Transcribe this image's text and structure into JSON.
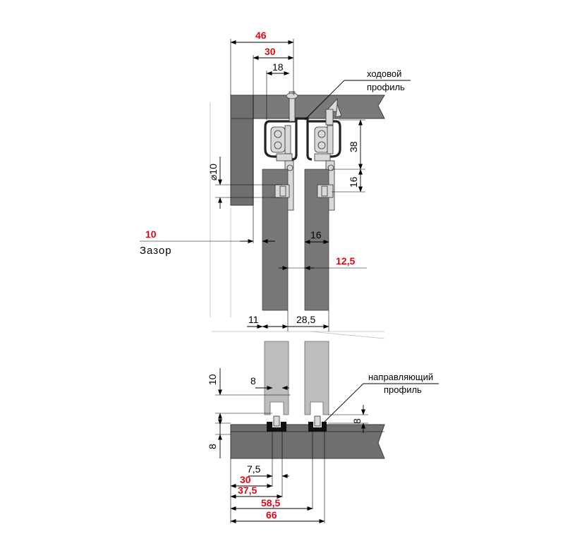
{
  "dimensions": {
    "top_46": "46",
    "top_30": "30",
    "top_18": "18",
    "right_38": "38",
    "right_16": "16",
    "dia_10": "⌀10",
    "gap_10": "10",
    "mid_16": "16",
    "mid_12_5": "12,5",
    "mid_11": "11",
    "mid_28_5": "28,5",
    "low_10": "10",
    "low_8_width": "8",
    "low_8_right": "8",
    "low_8_left": "8",
    "bot_7_5": "7,5",
    "bot_30": "30",
    "bot_37_5": "37,5",
    "bot_58_5": "58,5",
    "bot_66": "66"
  },
  "labels": {
    "gap_label": "Зазор",
    "top_profile_line1": "ходовой",
    "top_profile_line2": "профиль",
    "bottom_profile_line1": "направляющий",
    "bottom_profile_line2": "профиль"
  },
  "colors": {
    "red_dimension": "#e30613",
    "slab": "#6f6f6f",
    "door": "#777777"
  }
}
